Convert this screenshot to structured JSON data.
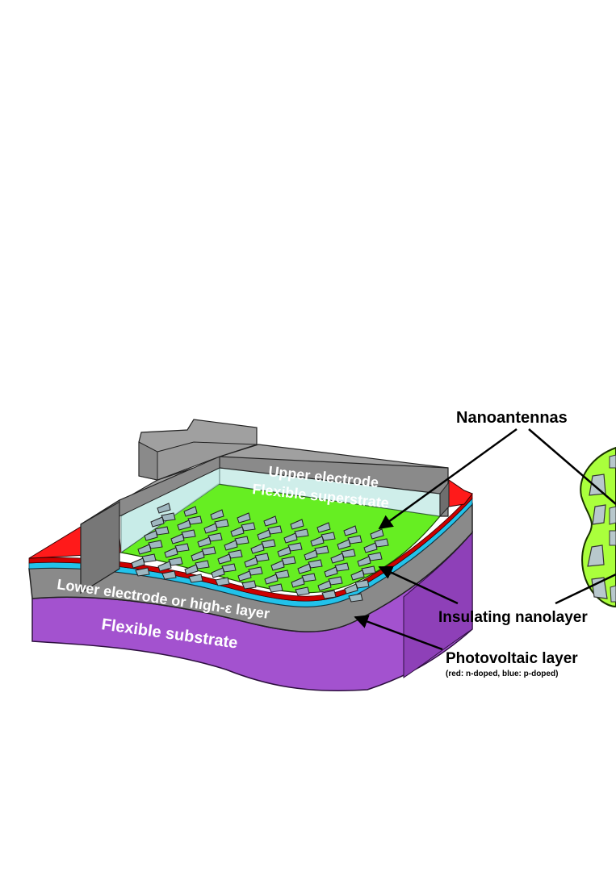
{
  "diagram": {
    "layers": {
      "upper_electrode": "Upper electrode",
      "flexible_superstrate": "Flexible superstrate",
      "lower_electrode": "Lower electrode or high-ε layer",
      "flexible_substrate": "Flexible substrate"
    },
    "callouts": {
      "nanoantennas": "Nanoantennas",
      "insulating_nanolayer": "Insulating nanolayer",
      "photovoltaic_layer": "Photovoltaic layer",
      "photovoltaic_note": "(red: n-doped, blue: p-doped)"
    },
    "colors": {
      "substrate": "#a352cf",
      "electrode": "#8a8a8a",
      "electrode_dark": "#707070",
      "photovoltaic_n": "#cc0000",
      "photovoltaic_p": "#22c2ea",
      "antenna_field": "#66ee22",
      "superstrate": "#bfe9e4",
      "antenna": "#9fb7c0",
      "red_edge": "#ff1a1a"
    }
  }
}
